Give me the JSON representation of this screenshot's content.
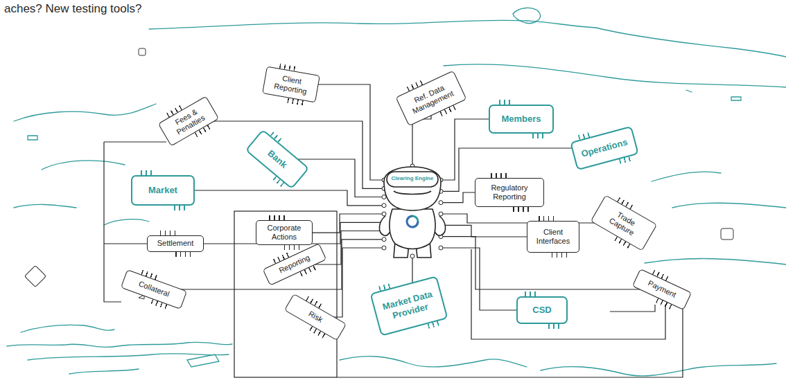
{
  "diagram": {
    "nodes": [
      {
        "text": [
          "Client Reporting"
        ]
      },
      {
        "text": [
          "Fees & Penalties"
        ]
      },
      {
        "text": [
          "Ref. Data Management"
        ]
      },
      {
        "text": [
          "Members"
        ]
      },
      {
        "text": [
          "Operations"
        ]
      },
      {
        "text": [
          "Bank"
        ]
      },
      {
        "text": [
          "Market"
        ]
      },
      {
        "text": [
          "Regulatory Reporting"
        ]
      },
      {
        "text": [
          "Clearing Engine"
        ]
      },
      {
        "text": [
          "Trade Capture"
        ]
      },
      {
        "text": [
          "Client Interfaces"
        ]
      },
      {
        "text": [
          "Settlement"
        ]
      },
      {
        "text": [
          "Corporate Actions"
        ]
      },
      {
        "text": [
          "Reporting"
        ]
      },
      {
        "text": [
          "Collateral"
        ]
      },
      {
        "text": [
          "Risk"
        ]
      },
      {
        "text": [
          "Market Data Provider"
        ]
      },
      {
        "text": [
          "CSD"
        ]
      },
      {
        "text": [
          "Payment"
        ]
      }
    ],
    "edges": [
      {
        "from": 0,
        "to": 8,
        "arrow": "none"
      },
      {
        "from": 1,
        "to": 8,
        "arrow": "none"
      },
      {
        "from": 2,
        "to": 8,
        "arrow": "none"
      },
      {
        "from": 3,
        "to": 8,
        "arrow": "none"
      },
      {
        "from": 4,
        "to": 8,
        "arrow": "none"
      },
      {
        "from": 5,
        "to": 8,
        "arrow": "none"
      },
      {
        "from": 6,
        "to": 8,
        "arrow": "none"
      },
      {
        "from": 7,
        "to": 8,
        "arrow": "none"
      },
      {
        "from": 9,
        "to": 8,
        "arrow": "none"
      },
      {
        "from": 10,
        "to": 8,
        "arrow": "none"
      },
      {
        "from": 11,
        "to": 8,
        "arrow": "none"
      },
      {
        "from": 12,
        "to": 8,
        "arrow": "none"
      },
      {
        "from": 13,
        "to": 8,
        "arrow": "none"
      },
      {
        "from": 14,
        "to": 8,
        "arrow": "none"
      },
      {
        "from": 15,
        "to": 8,
        "arrow": "none"
      },
      {
        "from": 16,
        "to": 8,
        "arrow": "none"
      },
      {
        "from": 17,
        "to": 8,
        "arrow": "none"
      },
      {
        "from": 18,
        "to": 8,
        "arrow": "none"
      }
    ],
    "labels": [
      "aches? New testing tools?"
    ]
  }
}
